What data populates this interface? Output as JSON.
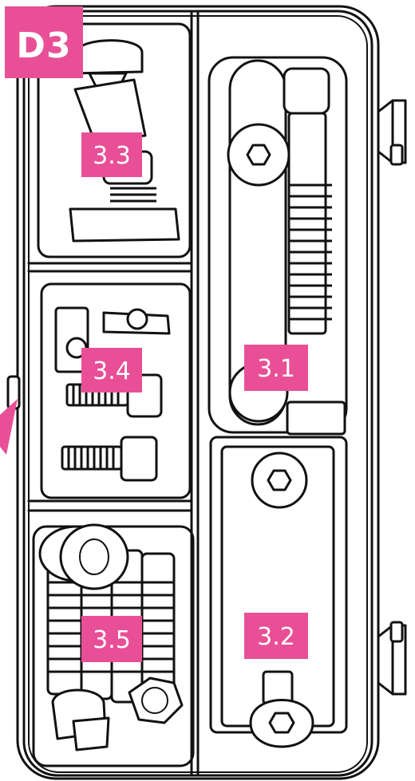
{
  "diagram": {
    "corner_label": "D3",
    "accent_color": "#e84f96",
    "compartment_labels": {
      "c31": "3.1",
      "c32": "3.2",
      "c33": "3.3",
      "c34": "3.4",
      "c35": "3.5"
    }
  }
}
